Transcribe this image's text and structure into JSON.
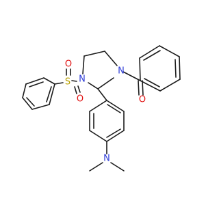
{
  "atoms": {
    "n1": {
      "label": "N",
      "color": "#2d3bd6"
    },
    "n3": {
      "label": "N",
      "color": "#2d3bd6"
    },
    "nme2": {
      "label": "N",
      "color": "#2d3bd6"
    },
    "s": {
      "label": "S",
      "color": "#b8a000"
    },
    "o_s1": {
      "label": "O",
      "color": "#e01010"
    },
    "o_s2": {
      "label": "O",
      "color": "#e01010"
    },
    "o_co": {
      "label": "O",
      "color": "#e01010"
    }
  },
  "colors": {
    "bond": "#1a1a1a",
    "nitrogen": "#2d3bd6",
    "oxygen": "#e01010",
    "sulfur": "#b8a000",
    "background": "#ffffff"
  }
}
